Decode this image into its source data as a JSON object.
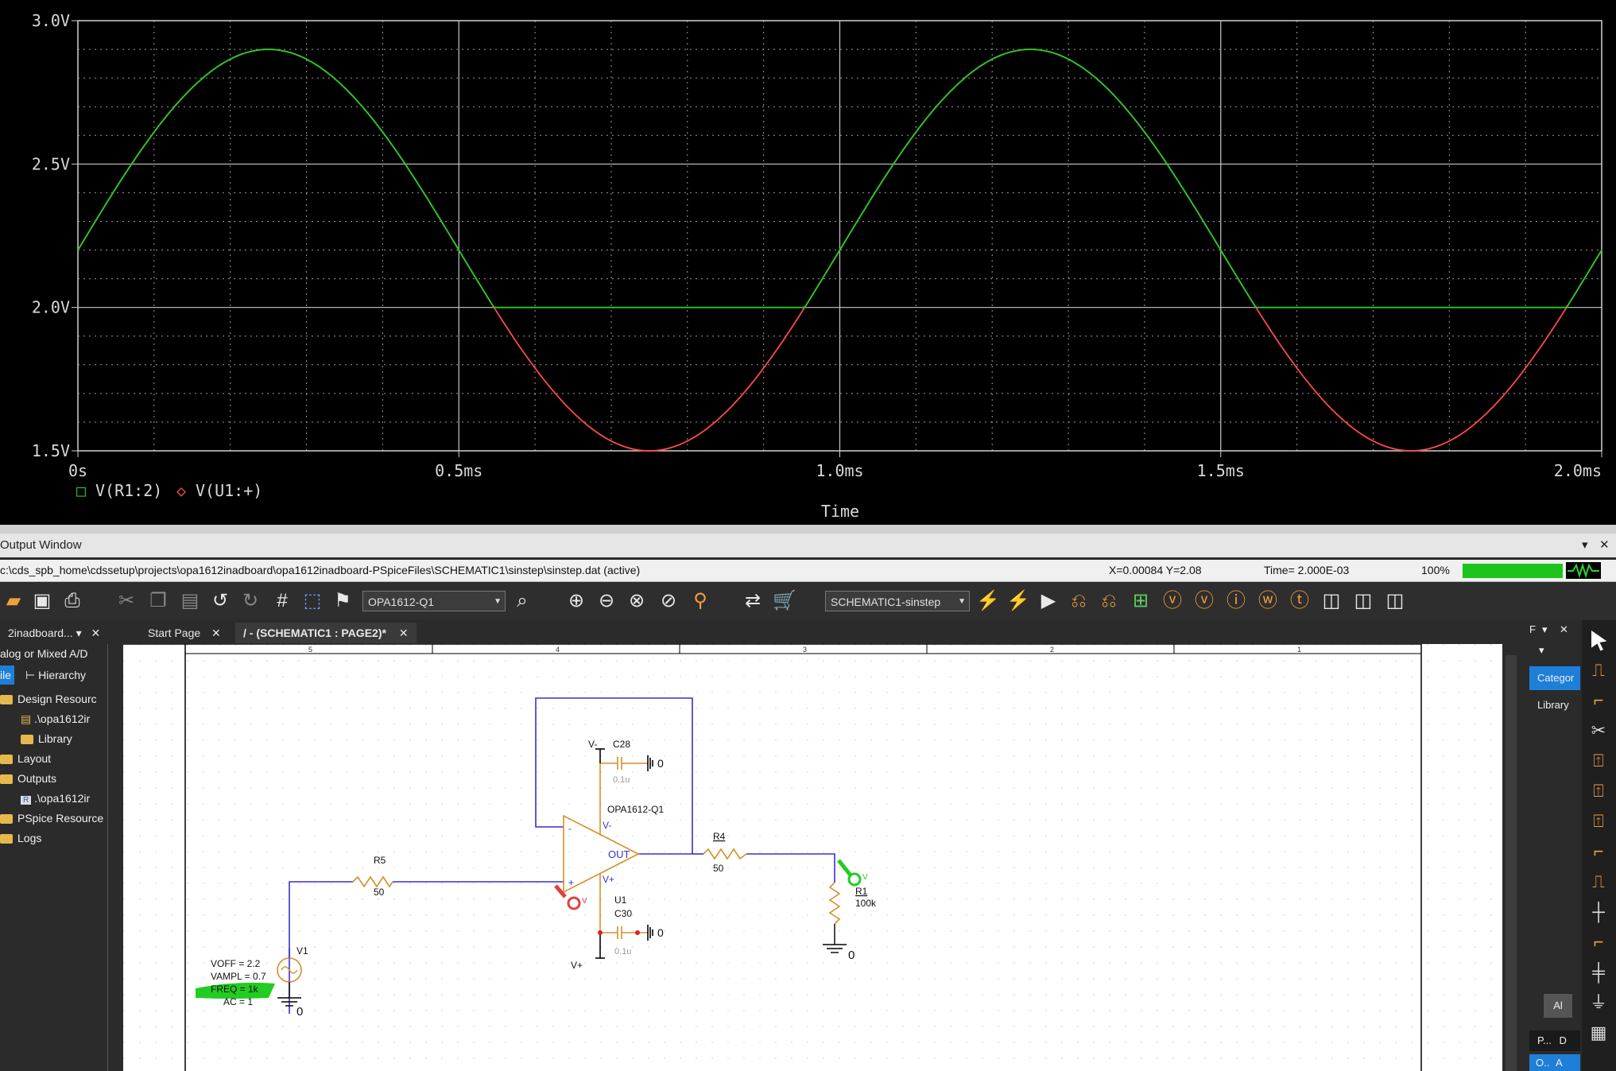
{
  "plot": {
    "y_ticks": [
      "3.0V",
      "2.5V",
      "2.0V",
      "1.5V"
    ],
    "x_ticks": [
      "0s",
      "0.5ms",
      "1.0ms",
      "1.5ms",
      "2.0ms"
    ],
    "xlabel": "Time",
    "legend": [
      {
        "marker": "□",
        "name": "V(R1:2)",
        "color": "#22cc22"
      },
      {
        "marker": "◇",
        "name": "V(U1:+)",
        "color": "#ff4a4a"
      }
    ]
  },
  "chart_data": {
    "type": "line",
    "xlabel": "Time",
    "ylabel": "",
    "xlim": [
      0,
      2.0
    ],
    "ylim": [
      1.5,
      3.0
    ],
    "x_unit": "ms",
    "y_unit": "V",
    "grid": true,
    "series": [
      {
        "name": "V(U1:+)",
        "color": "#ff4a4a",
        "kind": "sine",
        "offset": 2.2,
        "amplitude": 0.7,
        "frequency_khz": 1.0
      },
      {
        "name": "V(R1:2)",
        "color": "#22cc22",
        "kind": "sine_clipped_min",
        "offset": 2.2,
        "amplitude": 0.7,
        "frequency_khz": 1.0,
        "floor": 2.0
      }
    ]
  },
  "output_window": {
    "title": "Output Window",
    "pin": "▾",
    "close": "✕"
  },
  "status": {
    "path": "c:\\cds_spb_home\\cdssetup\\projects\\opa1612inadboard\\opa1612inadboard-PSpiceFiles\\SCHEMATIC1\\sinstep\\sinstep.dat (active)",
    "xy": "X=0.00084  Y=2.08",
    "time": "Time= 2.000E-03",
    "percent": "100%"
  },
  "toolbar": {
    "part_combo": "OPA1612-Q1",
    "profile_combo": "SCHEMATIC1-sinstep"
  },
  "tabs": {
    "project": "2inadboard...",
    "start": "Start Page",
    "schematic": "/ - (SCHEMATIC1 : PAGE2)*"
  },
  "left_panel": {
    "mode": "alog or Mixed A/D",
    "tab_file": "ile",
    "tab_hierarchy": "Hierarchy",
    "items": [
      "Design Resourc",
      ".\\opa1612ir",
      "Library",
      "Layout",
      "Outputs",
      ".\\opa1612ir",
      "PSpice Resource",
      "Logs"
    ]
  },
  "schematic": {
    "border_cols": [
      "5",
      "4",
      "3",
      "2",
      "1"
    ],
    "c28_label": "C28",
    "c28_value": "0.1u",
    "vminus": "V-",
    "zero": "0",
    "u1_part": "OPA1612-Q1",
    "u1_ref": "U1",
    "pin_vminus": "V-",
    "pin_out": "OUT",
    "pin_vplus": "V+",
    "pin_minus": "-",
    "pin_plus": "+",
    "c30_label": "C30",
    "c30_value": "0.1u",
    "vplus": "V+",
    "r4_label": "R4",
    "r4_value": "50",
    "r5_label": "R5",
    "r5_value": "50",
    "r1_label": "R1",
    "r1_value": "100k",
    "v1_label": "V1",
    "voff": "VOFF = 2.2",
    "vampl": "VAMPL = 0.7",
    "freq": "FREQ = 1k",
    "ac": "AC = 1",
    "probe_v": "V"
  },
  "right_panel": {
    "catalog": "Categor",
    "library": "Library",
    "al": "Al",
    "p": "P...",
    "d": "D",
    "o": "O..",
    "a": "A",
    "f": "F"
  }
}
